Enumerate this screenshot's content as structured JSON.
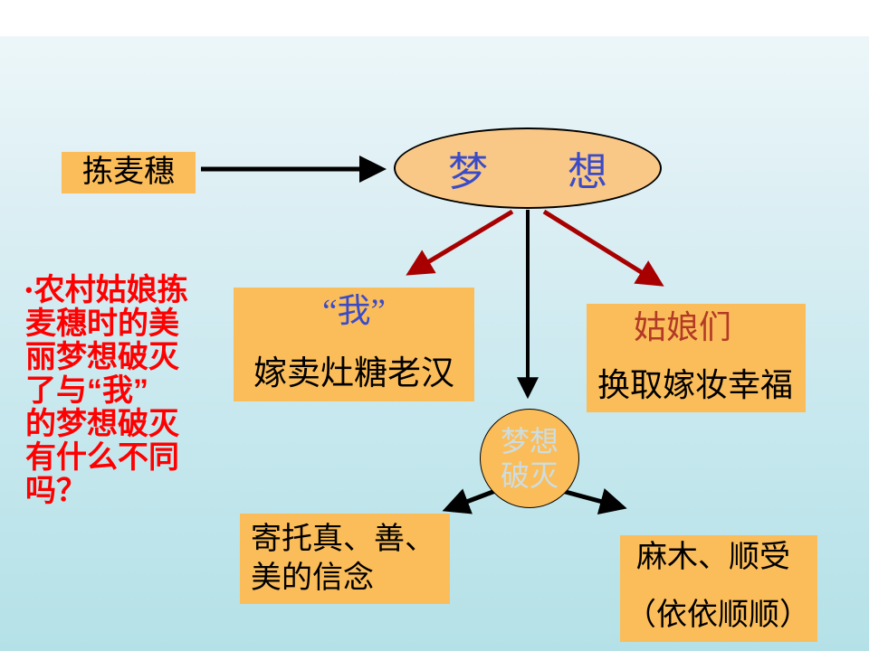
{
  "slide": {
    "diagram": {
      "source_label": "拣麦穗",
      "dream_node": "梦　　想",
      "my_dream": {
        "title": "“我”",
        "detail": "嫁卖灶糖老汉"
      },
      "girls_dream": {
        "title": "姑娘们",
        "detail": "换取嫁妆幸福"
      },
      "shatter_node": {
        "line1": "梦想",
        "line2": "破灭"
      },
      "my_outcome": {
        "line1": "寄托真、善、",
        "line2": "美的信念"
      },
      "girls_outcome": {
        "line1": "麻木、顺受",
        "line2": "（依依顺顺）"
      }
    },
    "question": {
      "bullet": "•",
      "lines": [
        "农村姑娘拣",
        "麦穗时的美",
        "丽梦想破灭",
        "了与“我”",
        "的梦想破灭",
        "有什么不同",
        "吗？"
      ]
    },
    "colors": {
      "box_fill": "#fbbd59",
      "ellipse_fill": "#f9c886",
      "accent_red": "#a80000",
      "question_red": "#ff0000",
      "blue_text": "#3b4bc8",
      "dark_red_text": "#b23a26",
      "circle_text": "#ccdde2"
    }
  }
}
